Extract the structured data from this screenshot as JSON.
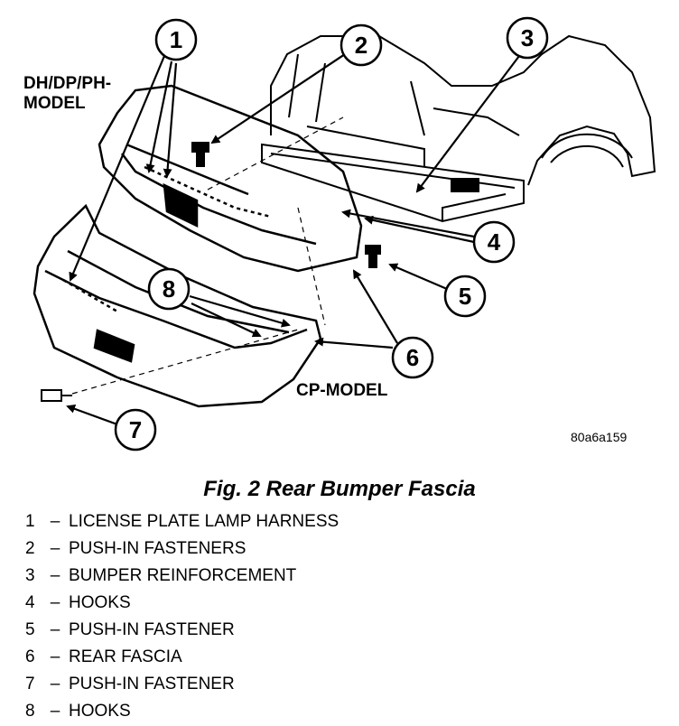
{
  "models": {
    "upper": "DH/DP/PH-\nMODEL",
    "lower": "CP-MODEL"
  },
  "figure_code": "80a6a159",
  "caption": "Fig. 2 Rear Bumper Fascia",
  "callouts": [
    "1",
    "2",
    "3",
    "4",
    "5",
    "6",
    "7",
    "8"
  ],
  "legend": [
    {
      "num": "1",
      "text": "LICENSE PLATE LAMP HARNESS"
    },
    {
      "num": "2",
      "text": "PUSH-IN FASTENERS"
    },
    {
      "num": "3",
      "text": "BUMPER REINFORCEMENT"
    },
    {
      "num": "4",
      "text": "HOOKS"
    },
    {
      "num": "5",
      "text": "PUSH-IN FASTENER"
    },
    {
      "num": "6",
      "text": "REAR FASCIA"
    },
    {
      "num": "7",
      "text": "PUSH-IN FASTENER"
    },
    {
      "num": "8",
      "text": "HOOKS"
    }
  ],
  "legend_separator": "–"
}
